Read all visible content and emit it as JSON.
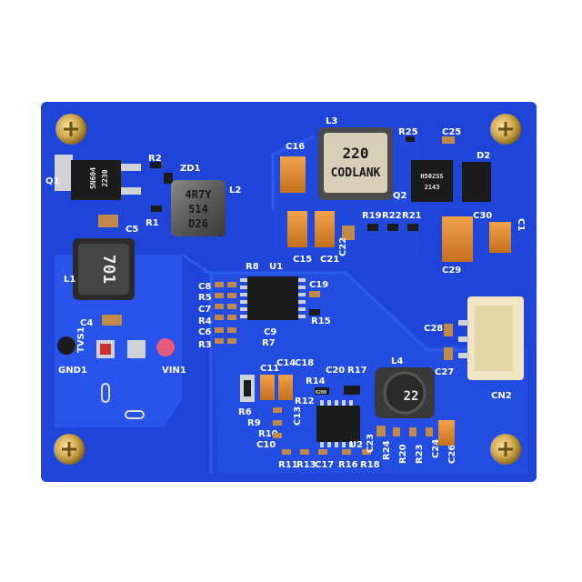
{
  "board": {
    "colors": {
      "pcb": "#1f45d8",
      "pcb_dark": "#1533b0",
      "pad": "#cfd3d8",
      "gold": "#d8b25a"
    }
  },
  "silkscreen": {
    "Q1": "Q1",
    "R2": "R2",
    "ZD1": "ZD1",
    "R1": "R1",
    "C5": "C5",
    "L1": "L1",
    "L2": "L2",
    "C4": "C4",
    "TVS1": "TVS1",
    "GND1": "GND1",
    "VIN1": "VIN1",
    "L3": "L3",
    "C16": "C16",
    "R25": "R25",
    "C25": "C25",
    "D2": "D2",
    "Q2": "Q2",
    "R19": "R19",
    "R22": "R22",
    "R21": "R21",
    "C30": "C30",
    "C1": "C1",
    "C15": "C15",
    "C21": "C21",
    "C22": "C22",
    "C29": "C29",
    "R8": "R8",
    "U1": "U1",
    "C8": "C8",
    "R5": "R5",
    "C7": "C7",
    "R4": "R4",
    "C6": "C6",
    "R3": "R3",
    "R7": "R7",
    "C9": "C9",
    "C19": "C19",
    "R15": "R15",
    "C28": "C28",
    "C27": "C27",
    "CN2": "CN2",
    "C11": "C11",
    "C14": "C14",
    "C18": "C18",
    "C20": "C20",
    "R17": "R17",
    "L4": "L4",
    "R14": "R14",
    "R6": "R6",
    "R12": "R12",
    "C13": "C13",
    "R9": "R9",
    "R10": "R10",
    "C10": "C10",
    "R11": "R11",
    "R13": "R13",
    "C17": "C17",
    "U2": "U2",
    "R16": "R16",
    "R18": "R18",
    "C23": "C23",
    "R20": "R20",
    "R23": "R23",
    "R24": "R24",
    "C24": "C24",
    "C26": "C26"
  },
  "part_markings": {
    "l1": "701",
    "l2_line1": "4R7Y",
    "l2_line2": "514",
    "l2_line3": "D26",
    "l3_line1": "220",
    "l3_line2": "CODLANK",
    "q1_line1": "SN604",
    "q1_line2": "2230",
    "q2_line1": "H502SS",
    "q2_line2": "2143",
    "l4": "22",
    "r200": "R200"
  }
}
